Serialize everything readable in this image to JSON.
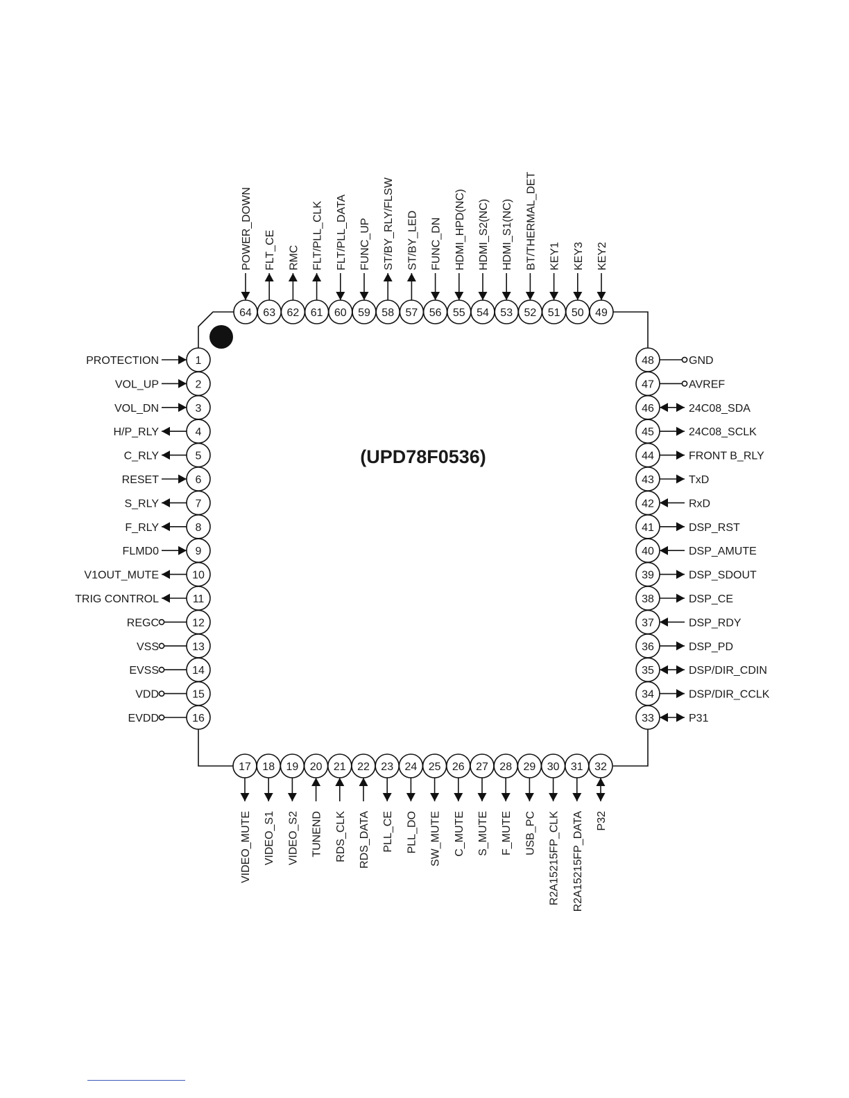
{
  "chip_title": "(UPD78F0536)",
  "pins": [
    {
      "n": 1,
      "label": "PROTECTION",
      "dir": "in"
    },
    {
      "n": 2,
      "label": "VOL_UP",
      "dir": "in"
    },
    {
      "n": 3,
      "label": "VOL_DN",
      "dir": "in"
    },
    {
      "n": 4,
      "label": "H/P_RLY",
      "dir": "out"
    },
    {
      "n": 5,
      "label": "C_RLY",
      "dir": "out"
    },
    {
      "n": 6,
      "label": "RESET",
      "dir": "in"
    },
    {
      "n": 7,
      "label": "S_RLY",
      "dir": "out"
    },
    {
      "n": 8,
      "label": "F_RLY",
      "dir": "out"
    },
    {
      "n": 9,
      "label": "FLMD0",
      "dir": "in"
    },
    {
      "n": 10,
      "label": "V1OUT_MUTE",
      "dir": "out"
    },
    {
      "n": 11,
      "label": "TRIG CONTROL",
      "dir": "out"
    },
    {
      "n": 12,
      "label": "REGC",
      "dir": "power"
    },
    {
      "n": 13,
      "label": "VSS",
      "dir": "power"
    },
    {
      "n": 14,
      "label": "EVSS",
      "dir": "power"
    },
    {
      "n": 15,
      "label": "VDD",
      "dir": "power"
    },
    {
      "n": 16,
      "label": "EVDD",
      "dir": "power"
    },
    {
      "n": 17,
      "label": "VIDEO_MUTE",
      "dir": "out"
    },
    {
      "n": 18,
      "label": "VIDEO_S1",
      "dir": "out"
    },
    {
      "n": 19,
      "label": "VIDEO_S2",
      "dir": "out"
    },
    {
      "n": 20,
      "label": "TUNEND",
      "dir": "in"
    },
    {
      "n": 21,
      "label": "RDS_CLK",
      "dir": "in"
    },
    {
      "n": 22,
      "label": "RDS_DATA",
      "dir": "in"
    },
    {
      "n": 23,
      "label": "PLL_CE",
      "dir": "out"
    },
    {
      "n": 24,
      "label": "PLL_DO",
      "dir": "out"
    },
    {
      "n": 25,
      "label": "SW_MUTE",
      "dir": "out"
    },
    {
      "n": 26,
      "label": "C_MUTE",
      "dir": "out"
    },
    {
      "n": 27,
      "label": "S_MUTE",
      "dir": "out"
    },
    {
      "n": 28,
      "label": "F_MUTE",
      "dir": "out"
    },
    {
      "n": 29,
      "label": "USB_PC",
      "dir": "out"
    },
    {
      "n": 30,
      "label": "R2A15215FP_CLK",
      "dir": "out"
    },
    {
      "n": 31,
      "label": "R2A15215FP_DATA",
      "dir": "out"
    },
    {
      "n": 32,
      "label": "P32",
      "dir": "bidir"
    },
    {
      "n": 33,
      "label": "P31",
      "dir": "bidir"
    },
    {
      "n": 34,
      "label": "DSP/DIR_CCLK",
      "dir": "out"
    },
    {
      "n": 35,
      "label": "DSP/DIR_CDIN",
      "dir": "bidir"
    },
    {
      "n": 36,
      "label": "DSP_PD",
      "dir": "out"
    },
    {
      "n": 37,
      "label": "DSP_RDY",
      "dir": "in"
    },
    {
      "n": 38,
      "label": "DSP_CE",
      "dir": "out"
    },
    {
      "n": 39,
      "label": "DSP_SDOUT",
      "dir": "out"
    },
    {
      "n": 40,
      "label": "DSP_AMUTE",
      "dir": "in"
    },
    {
      "n": 41,
      "label": "DSP_RST",
      "dir": "out"
    },
    {
      "n": 42,
      "label": "RxD",
      "dir": "in"
    },
    {
      "n": 43,
      "label": "TxD",
      "dir": "out"
    },
    {
      "n": 44,
      "label": "FRONT B_RLY",
      "dir": "out"
    },
    {
      "n": 45,
      "label": "24C08_SCLK",
      "dir": "out"
    },
    {
      "n": 46,
      "label": "24C08_SDA",
      "dir": "bidir"
    },
    {
      "n": 47,
      "label": "AVREF",
      "dir": "power"
    },
    {
      "n": 48,
      "label": "GND",
      "dir": "power"
    },
    {
      "n": 49,
      "label": "KEY2",
      "dir": "in"
    },
    {
      "n": 50,
      "label": "KEY3",
      "dir": "in"
    },
    {
      "n": 51,
      "label": "KEY1",
      "dir": "in"
    },
    {
      "n": 52,
      "label": "BT/THERMAL_DET",
      "dir": "in"
    },
    {
      "n": 53,
      "label": "HDMI_S1(NC)",
      "dir": "in"
    },
    {
      "n": 54,
      "label": "HDMI_S2(NC)",
      "dir": "in"
    },
    {
      "n": 55,
      "label": "HDMI_HPD(NC)",
      "dir": "in"
    },
    {
      "n": 56,
      "label": "FUNC_DN",
      "dir": "in"
    },
    {
      "n": 57,
      "label": "ST/BY_LED",
      "dir": "out"
    },
    {
      "n": 58,
      "label": "ST/BY_RLY/FLSW",
      "dir": "out"
    },
    {
      "n": 59,
      "label": "FUNC_UP",
      "dir": "in"
    },
    {
      "n": 60,
      "label": "FLT/PLL_DATA",
      "dir": "in"
    },
    {
      "n": 61,
      "label": "FLT/PLL_CLK",
      "dir": "out"
    },
    {
      "n": 62,
      "label": "RMC",
      "dir": "out"
    },
    {
      "n": 63,
      "label": "FLT_CE",
      "dir": "out"
    },
    {
      "n": 64,
      "label": "POWER_DOWN",
      "dir": "in"
    }
  ]
}
